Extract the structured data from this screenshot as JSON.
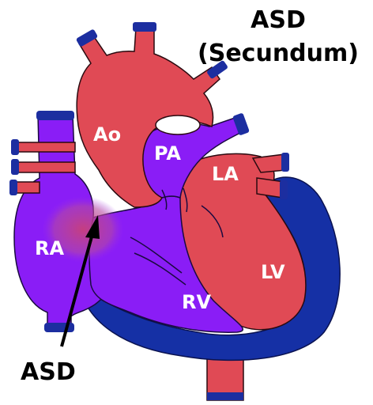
{
  "title": {
    "line1": "ASD",
    "line2": "(Secundum)"
  },
  "labels": {
    "aorta": "Ao",
    "pulmonary_artery": "PA",
    "left_atrium": "LA",
    "right_atrium": "RA",
    "left_ventricle": "LV",
    "right_ventricle": "RV",
    "defect": "ASD"
  },
  "colors": {
    "oxygenated": "#e04a55",
    "deoxygenated": "#8a1df6",
    "vessel_cap": "#1c2ea0",
    "muscle": "#1530a5",
    "defect_highlight": "#d0508a",
    "label_text": "#ffffff",
    "annotation_text": "#000000"
  }
}
